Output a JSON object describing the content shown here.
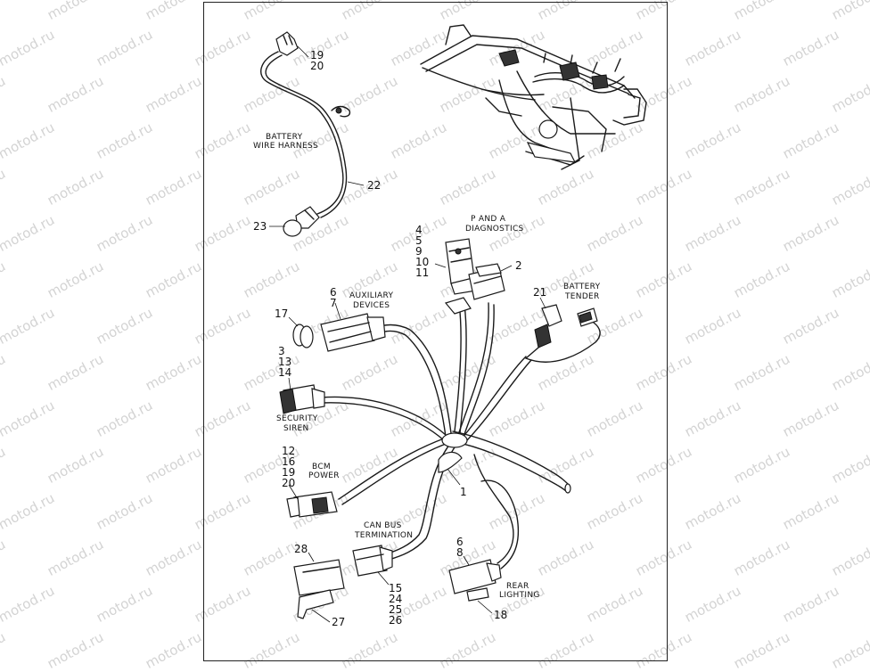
{
  "watermark": {
    "text": "motod.ru"
  },
  "callouts": {
    "c19a": "19",
    "c20a": "20",
    "c22": "22",
    "c23": "23",
    "c4": "4",
    "c5": "5",
    "c9": "9",
    "c10": "10",
    "c11": "11",
    "c2": "2",
    "c21": "21",
    "c6a": "6",
    "c7": "7",
    "c17": "17",
    "c3": "3",
    "c13": "13",
    "c14": "14",
    "c12": "12",
    "c16": "16",
    "c19b": "19",
    "c20b": "20",
    "c1": "1",
    "c28": "28",
    "c27": "27",
    "c15": "15",
    "c24": "24",
    "c25": "25",
    "c26": "26",
    "c6b": "6",
    "c8": "8",
    "c18": "18"
  },
  "labels": {
    "battery_wire_harness": [
      "BATTERY",
      "WIRE HARNESS"
    ],
    "p_and_a_diagnostics": [
      "P AND A",
      "DIAGNOSTICS"
    ],
    "battery_tender": [
      "BATTERY",
      "TENDER"
    ],
    "auxiliary_devices": [
      "AUXILIARY",
      "DEVICES"
    ],
    "security_siren": [
      "SECURITY",
      "SIREN"
    ],
    "bcm_power": [
      "BCM",
      "POWER"
    ],
    "can_bus_termination": [
      "CAN BUS",
      "TERMINATION"
    ],
    "rear_lighting": [
      "REAR",
      "LIGHTING"
    ]
  }
}
